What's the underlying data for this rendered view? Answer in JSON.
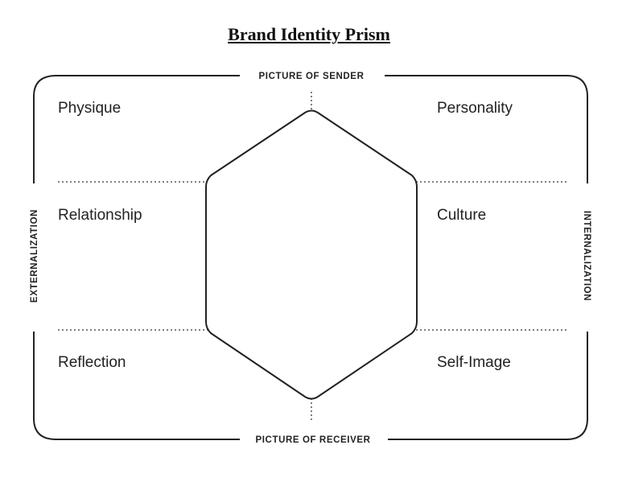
{
  "title": "Brand Identity Prism",
  "edges": {
    "top": "PICTURE OF SENDER",
    "bottom": "PICTURE OF RECEIVER",
    "left": "EXTERNALIZATION",
    "right": "INTERNALIZATION"
  },
  "facets": {
    "top_left": "Physique",
    "top_right": "Personality",
    "middle_left": "Relationship",
    "middle_right": "Culture",
    "bottom_left": "Reflection",
    "bottom_right": "Self-Image"
  },
  "colors": {
    "line": "#222222",
    "text": "#222222"
  }
}
